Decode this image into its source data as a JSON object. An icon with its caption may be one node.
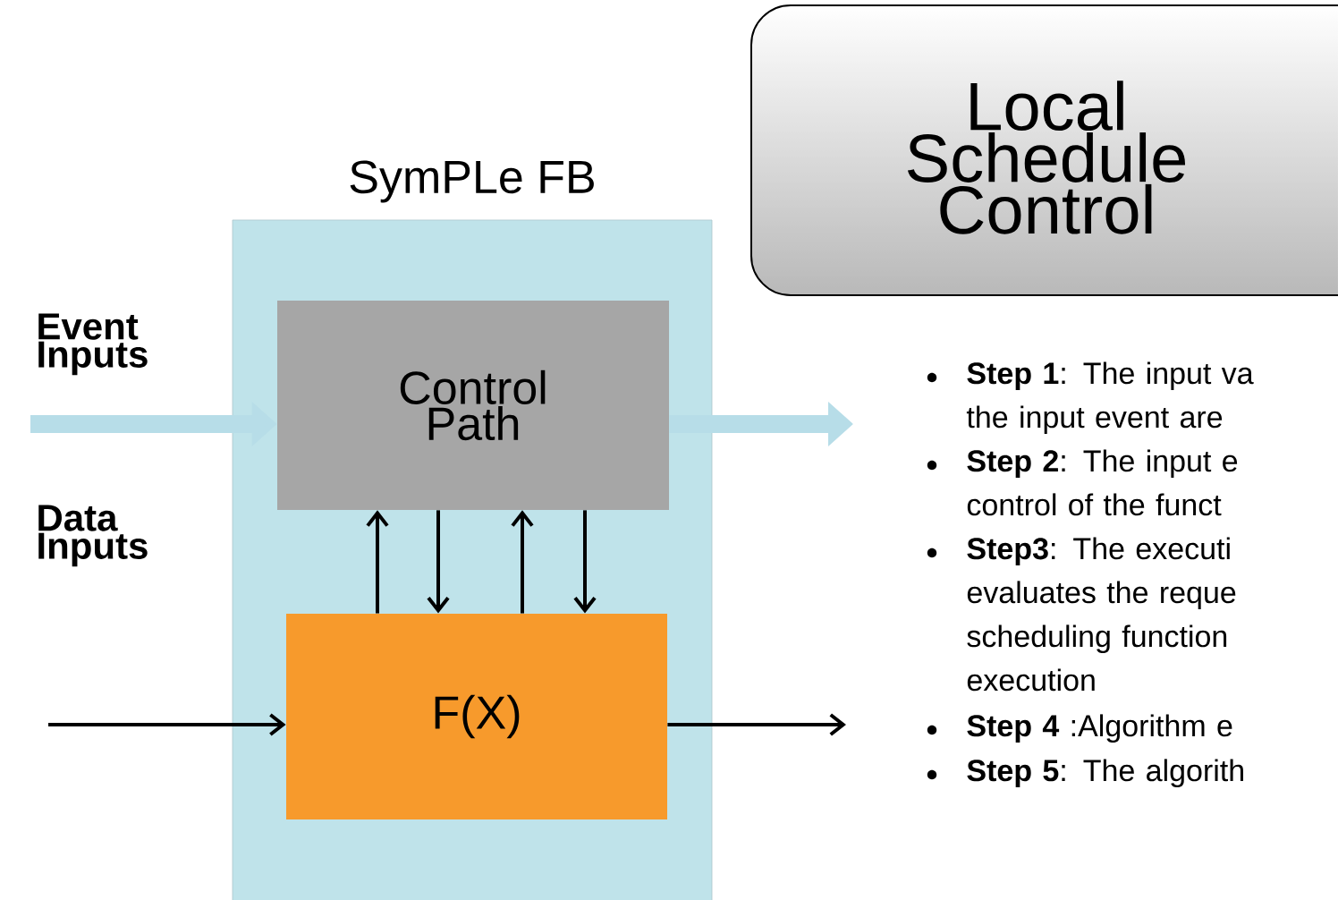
{
  "diagram": {
    "nodes": [
      {
        "text": [
          "SymPLe FB"
        ]
      },
      {
        "text": [
          "Control Path"
        ],
        "in": 0
      },
      {
        "text": [
          "F(X)"
        ],
        "in": 0
      },
      {
        "text": [
          "Local Schedule Control"
        ]
      }
    ],
    "edges": [
      {
        "from": null,
        "to": 1,
        "arrow": "to",
        "style": "thick",
        "color": "#b7dde8"
      },
      {
        "from": 1,
        "to": null,
        "arrow": "to",
        "style": "thick",
        "color": "#b7dde8"
      },
      {
        "from": 2,
        "to": 1,
        "arrow": "to"
      },
      {
        "from": 1,
        "to": 2,
        "arrow": "to"
      },
      {
        "from": 2,
        "to": 1,
        "arrow": "to"
      },
      {
        "from": 1,
        "to": 2,
        "arrow": "to"
      },
      {
        "from": null,
        "to": 2,
        "arrow": "to"
      },
      {
        "from": 2,
        "to": null,
        "arrow": "to"
      }
    ],
    "labels": [
      "Event Inputs",
      "Data Inputs",
      "**Step 1**: The input va the input event are",
      "**Step 2**: The input e control of the funct",
      "**Step3**: The executi evaluates the reque scheduling function execution",
      "**Step 4** :Algorithm e",
      "**Step 5**: The algorith"
    ]
  }
}
